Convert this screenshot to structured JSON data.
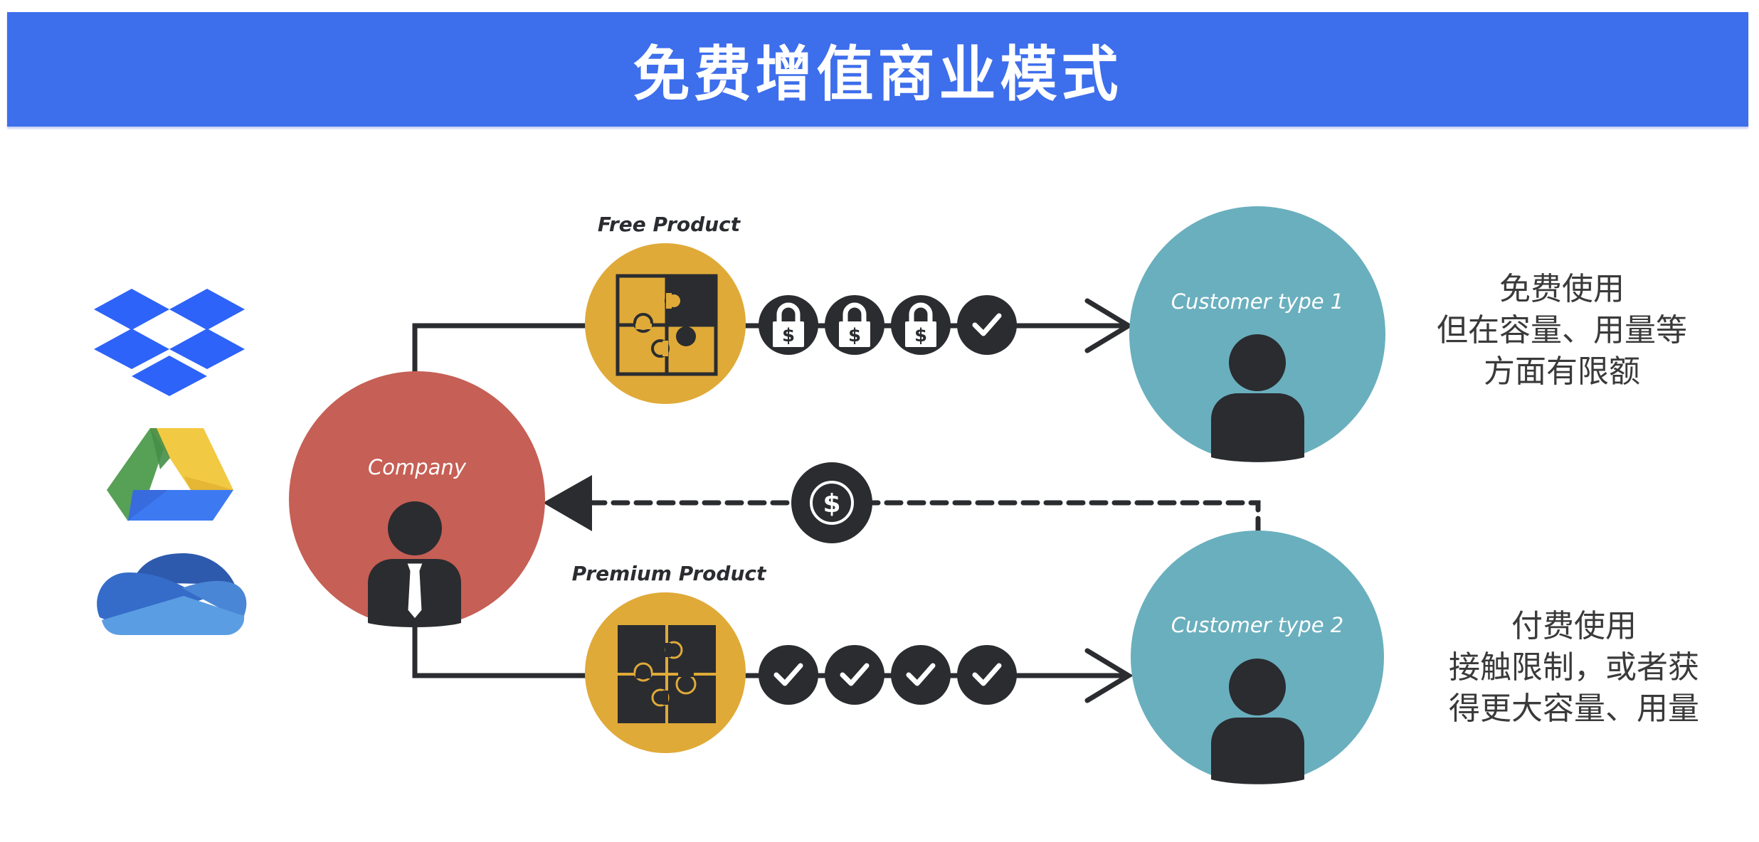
{
  "header": {
    "title": "免费增值商业模式"
  },
  "colors": {
    "header_bg": "#3D6EEB",
    "company": "#C65F55",
    "customer": "#6AAFBE",
    "product": "#E0AA38",
    "dark": "#2A2C30"
  },
  "logos": [
    {
      "name": "dropbox",
      "icon": "dropbox-logo-icon"
    },
    {
      "name": "google-drive",
      "icon": "google-drive-logo-icon"
    },
    {
      "name": "onedrive",
      "icon": "onedrive-logo-icon"
    }
  ],
  "diagram": {
    "company": {
      "label": "Company",
      "icon": "businessman-icon"
    },
    "free_product": {
      "label": "Free Product",
      "icon": "puzzle-partial-icon",
      "steps": [
        "lock-dollar-icon",
        "lock-dollar-icon",
        "lock-dollar-icon",
        "check-icon"
      ]
    },
    "premium_product": {
      "label": "Premium Product",
      "icon": "puzzle-complete-icon",
      "steps": [
        "check-icon",
        "check-icon",
        "check-icon",
        "check-icon"
      ]
    },
    "customer_1": {
      "label": "Customer type 1",
      "icon": "person-icon"
    },
    "customer_2": {
      "label": "Customer type 2",
      "icon": "person-icon"
    },
    "payment": {
      "icon": "dollar-coin-icon",
      "direction": "customer_2 → company"
    }
  },
  "descriptions": {
    "customer_1": [
      "免费使用",
      "但在容量、用量等",
      "方面有限额"
    ],
    "customer_2": [
      "付费使用",
      "接触限制，或者获",
      "得更大容量、用量"
    ]
  }
}
